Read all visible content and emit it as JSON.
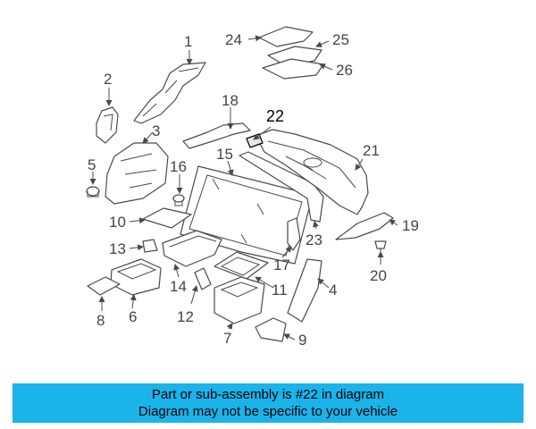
{
  "diagram": {
    "labels": [
      "1",
      "2",
      "3",
      "4",
      "5",
      "6",
      "7",
      "8",
      "9",
      "10",
      "11",
      "12",
      "13",
      "14",
      "15",
      "16",
      "17",
      "18",
      "19",
      "20",
      "21",
      "22",
      "23",
      "24",
      "25",
      "26"
    ],
    "highlighted_part": "22"
  },
  "banner": {
    "line1": "Part or sub-assembly is #22 in diagram",
    "line2": "Diagram may not be specific to your vehicle"
  },
  "colors": {
    "banner_bg": "#1ab3ea",
    "line_art": "#4a4a4a",
    "background": "#ffffff"
  }
}
